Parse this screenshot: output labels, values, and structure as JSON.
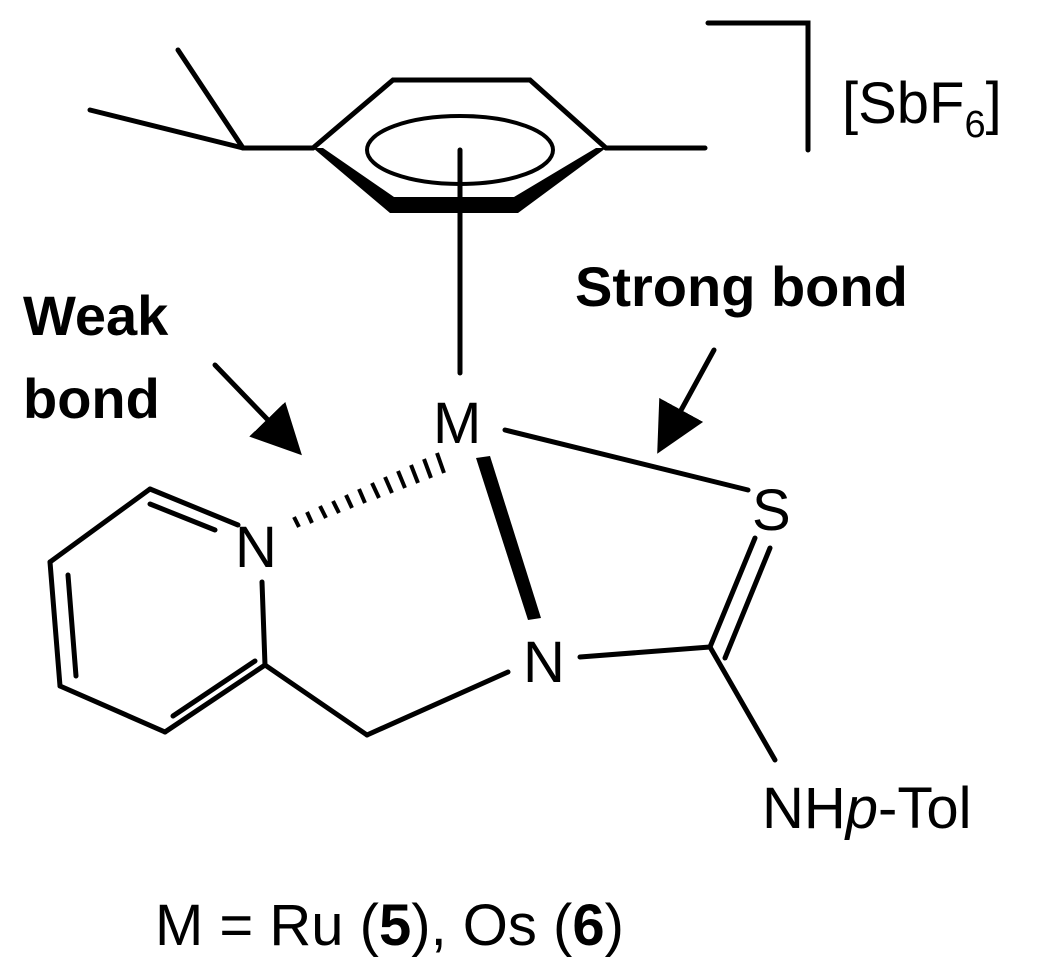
{
  "counterion": {
    "open": "[SbF",
    "sub": "6",
    "close": "]"
  },
  "atoms": {
    "metal": "M",
    "pyridine_n": "N",
    "amide_n": "N",
    "sulfur": "S",
    "amine_prefix": "NH",
    "amine_italic": "p",
    "amine_suffix": "-Tol"
  },
  "annotations": {
    "weak_line1": "Weak",
    "weak_line2": "bond",
    "strong": "Strong bond"
  },
  "caption": {
    "prefix": "M = Ru (",
    "n1": "5",
    "mid": "), Os (",
    "n2": "6",
    "suffix": ")"
  }
}
